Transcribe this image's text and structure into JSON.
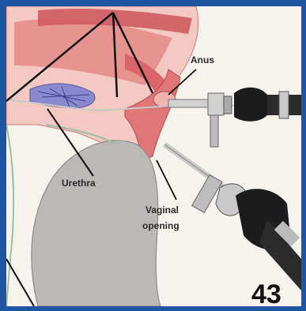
{
  "labels": {
    "anus": "Anus",
    "urethra": "Urethra",
    "vaginal_line1": "Vaginal",
    "vaginal_line2": "opening"
  },
  "slide_number": "43",
  "colors": {
    "frame": "#1f56a3",
    "background": "#f6f3ee",
    "tissue_red": "#d9656a",
    "tissue_pink": "#f0b3b0",
    "bladder_blue": "#6b6fc0",
    "thigh_gray": "#b8b3b3",
    "scope_black": "#1c1c1c",
    "scope_metal": "#c9c9c9"
  }
}
